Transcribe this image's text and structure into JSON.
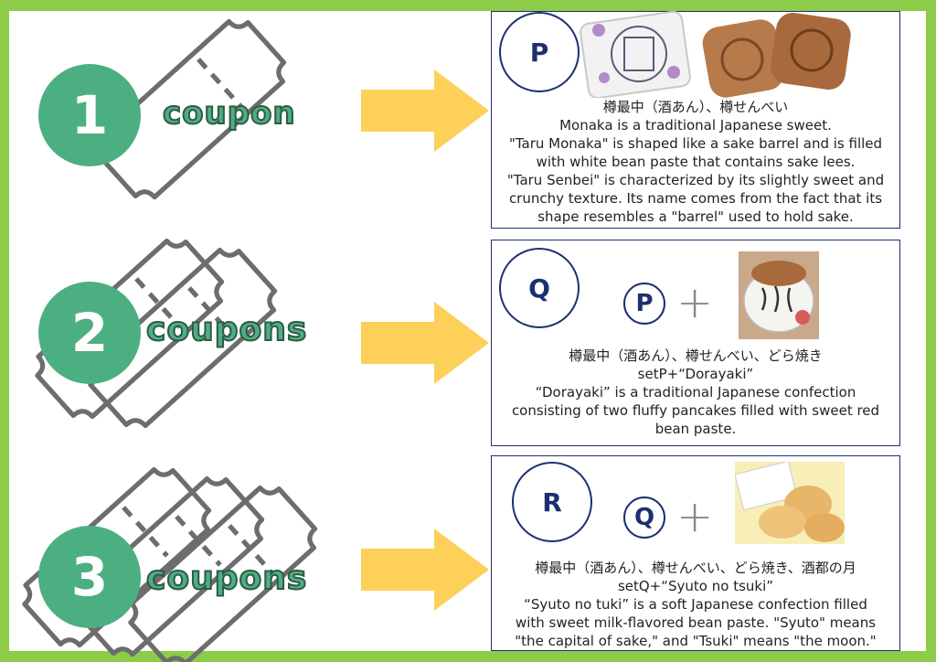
{
  "rows": [
    {
      "number": "1",
      "coupon_word": "coupon",
      "card": {
        "badge": "P",
        "lines": [
          "樽最中（酒あん）、樽せんべい",
          "Monaka is a traditional Japanese sweet.",
          "\"Taru Monaka\" is shaped like a sake barrel and is filled",
          "with white bean paste that contains sake lees.",
          "\"Taru Senbei\" is characterized by its slightly sweet and",
          "crunchy texture. Its name comes from the fact that its",
          "shape resembles a \"barrel\" used to hold sake."
        ]
      }
    },
    {
      "number": "2",
      "coupon_word": "coupons",
      "card": {
        "badge": "Q",
        "small_badge": "P",
        "plus": "+",
        "lines": [
          "樽最中（酒あん）、樽せんべい、どら焼き",
          "setP+“Dorayaki”",
          "“Dorayaki” is a traditional Japanese confection",
          "consisting of two fluffy pancakes filled with sweet red",
          "bean paste."
        ]
      }
    },
    {
      "number": "3",
      "coupon_word": "coupons",
      "card": {
        "badge": "R",
        "small_badge": "Q",
        "plus": "+",
        "lines": [
          "樽最中（酒あん）、樽せんべい、どら焼き、酒都の月",
          "setQ+“Syuto no tsuki”",
          "“Syuto no tuki” is a soft Japanese confection filled",
          "with sweet milk-flavored bean paste. \"Syuto\" means",
          "\"the capital of sake,\" and \"Tsuki\" means \"the moon.\""
        ]
      }
    }
  ],
  "colors": {
    "border_green": "#8ccc48",
    "circle_green": "#4caf82",
    "arrow_yellow": "#fdd05a",
    "navy": "#1d2f6f",
    "ticket_gray": "#6d6d6d"
  }
}
